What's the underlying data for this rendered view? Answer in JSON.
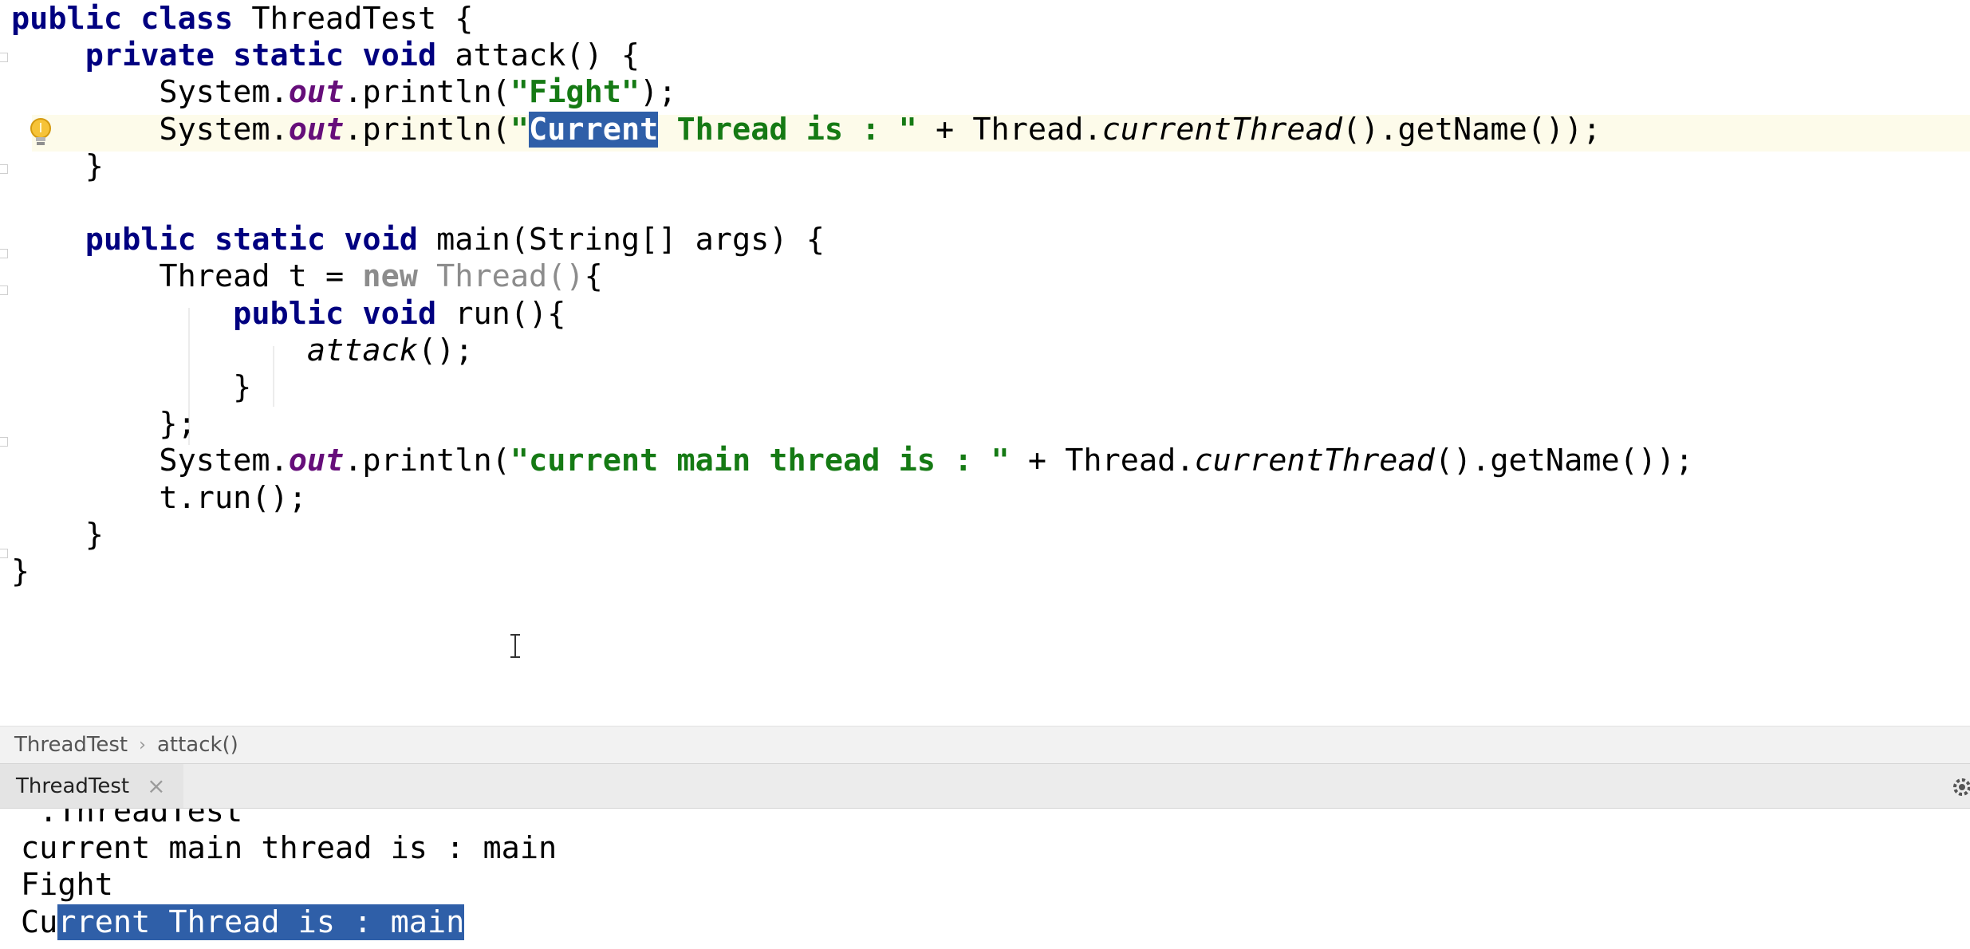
{
  "editor": {
    "lines": [
      {
        "segments": [
          {
            "t": "public class ",
            "c": "kw"
          },
          {
            "t": "ThreadTest {",
            "c": ""
          }
        ]
      },
      {
        "segments": [
          {
            "t": "    ",
            "c": ""
          },
          {
            "t": "private static void ",
            "c": "kw"
          },
          {
            "t": "attack() {",
            "c": ""
          }
        ]
      },
      {
        "segments": [
          {
            "t": "        System.",
            "c": ""
          },
          {
            "t": "out",
            "c": "fld"
          },
          {
            "t": ".println(",
            "c": ""
          },
          {
            "t": "\"Fight\"",
            "c": "str"
          },
          {
            "t": ");",
            "c": ""
          }
        ]
      },
      {
        "segments": [
          {
            "t": "        System.",
            "c": ""
          },
          {
            "t": "out",
            "c": "fld"
          },
          {
            "t": ".println(",
            "c": ""
          },
          {
            "t": "\"",
            "c": "str"
          },
          {
            "t": "Current",
            "c": "str sel"
          },
          {
            "t": " Thread is : \"",
            "c": "str"
          },
          {
            "t": " + Thread.",
            "c": ""
          },
          {
            "t": "currentThread",
            "c": "it"
          },
          {
            "t": "().getName());",
            "c": ""
          }
        ]
      },
      {
        "segments": [
          {
            "t": "    }",
            "c": ""
          }
        ]
      },
      {
        "segments": []
      },
      {
        "segments": [
          {
            "t": "    ",
            "c": ""
          },
          {
            "t": "public static void ",
            "c": "kw"
          },
          {
            "t": "main(String[] args) {",
            "c": ""
          }
        ]
      },
      {
        "segments": [
          {
            "t": "        Thread t = ",
            "c": ""
          },
          {
            "t": "new ",
            "c": "gray-kw"
          },
          {
            "t": "Thread()",
            "c": "gray"
          },
          {
            "t": "{",
            "c": ""
          }
        ]
      },
      {
        "segments": [
          {
            "t": "            ",
            "c": ""
          },
          {
            "t": "public void ",
            "c": "kw"
          },
          {
            "t": "run(){",
            "c": ""
          }
        ]
      },
      {
        "segments": [
          {
            "t": "                ",
            "c": ""
          },
          {
            "t": "attack",
            "c": "it"
          },
          {
            "t": "();",
            "c": ""
          }
        ]
      },
      {
        "segments": [
          {
            "t": "            }",
            "c": ""
          }
        ]
      },
      {
        "segments": [
          {
            "t": "        };",
            "c": ""
          }
        ]
      },
      {
        "segments": [
          {
            "t": "        System.",
            "c": ""
          },
          {
            "t": "out",
            "c": "fld"
          },
          {
            "t": ".println(",
            "c": ""
          },
          {
            "t": "\"current main thread is : \"",
            "c": "str"
          },
          {
            "t": " + Thread.",
            "c": ""
          },
          {
            "t": "currentThread",
            "c": "it"
          },
          {
            "t": "().getName());",
            "c": ""
          }
        ]
      },
      {
        "segments": [
          {
            "t": "        t.run();",
            "c": ""
          }
        ]
      },
      {
        "segments": [
          {
            "t": "    }",
            "c": ""
          }
        ]
      },
      {
        "segments": [
          {
            "t": "}",
            "c": ""
          }
        ]
      }
    ]
  },
  "breadcrumb": {
    "class_name": "ThreadTest",
    "method_name": "attack()"
  },
  "run_tab": {
    "label": "ThreadTest"
  },
  "console": {
    "lines": [
      {
        "segments": [
          {
            "t": " .ThreadTest",
            "c": ""
          }
        ]
      },
      {
        "segments": [
          {
            "t": "current main thread is : main",
            "c": ""
          }
        ]
      },
      {
        "segments": [
          {
            "t": "Fight",
            "c": ""
          }
        ]
      },
      {
        "segments": [
          {
            "t": "Cu",
            "c": ""
          },
          {
            "t": "rrent Thread is : main",
            "c": "sel"
          }
        ]
      }
    ]
  },
  "icons": {
    "intention": "lightbulb-icon",
    "text_cursor": "text-cursor-icon",
    "close": "close-icon",
    "settings": "gear-icon"
  },
  "colors": {
    "keyword": "#000080",
    "string": "#157a14",
    "field": "#660e7a",
    "selection": "#2f5fa8",
    "caret_line": "#fdfbea"
  }
}
